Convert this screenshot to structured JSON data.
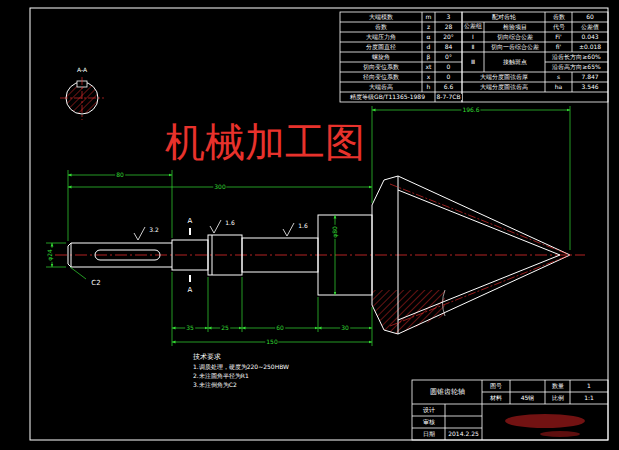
{
  "diagram": {
    "labels": [
      "大端模数",
      "m",
      "3",
      "齿数",
      "z",
      "28",
      "大端压力角",
      "α",
      "20°",
      "分度圆直径",
      "d",
      "84",
      "螺旋角",
      "β",
      "0°",
      "切向变位系数",
      "xt",
      "0",
      "径向变位系数",
      "x",
      "0",
      "大端齿高",
      "h",
      "6.6",
      "精度等级GB/T11365-1989",
      "8-7-7CB",
      "配对齿轮",
      "齿数",
      "60",
      "公差组",
      "检验项目",
      "代号",
      "公差值",
      "Ⅰ",
      "切向综合公差",
      "Fi'",
      "0.043",
      "Ⅱ",
      "切向一齿综合公差",
      "fi'",
      "±0.018",
      "Ⅲ",
      "接触斑点",
      "沿齿长方向≥60%",
      "沿齿高方向≥65%",
      "大端分度圆弦齿厚",
      "s",
      "7.847",
      "大端分度圆弦齿高",
      "ha",
      "3.546",
      "机械加工图",
      "A-A",
      "A",
      "A",
      "C2",
      "80",
      "300",
      "35",
      "25",
      "60",
      "30",
      "150",
      "196.6",
      "φ24",
      "φ80",
      "3.2",
      "1.6",
      "1.6",
      "技术要求",
      "1.调质处理，硬度为220~250HBW",
      "2.未注圆角半径为R1",
      "3.未注倒角为C2",
      "圆锥齿轮轴",
      "图号",
      "数量",
      "1",
      "材料",
      "45钢",
      "比例",
      "1:1",
      "设计",
      "审核",
      "日期",
      "2014.2.25"
    ]
  }
}
